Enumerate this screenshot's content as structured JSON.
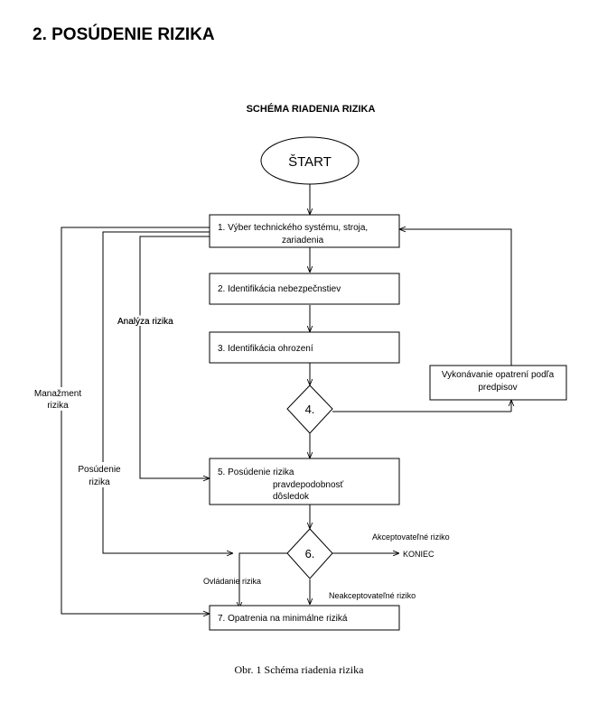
{
  "heading": "2. POSÚDENIE RIZIKA",
  "diagram": {
    "title": "SCHÉMA RIADENIA RIZIKA",
    "start": "ŠTART",
    "step1": [
      "1. Výber technického systému, stroja,",
      "zariadenia"
    ],
    "step2": "2. Identifikácia nebezpečnstiev",
    "step3": "3. Identifikácia ohrození",
    "decision4": "4.",
    "measures": [
      "Vykonávanie opatrení podľa",
      "predpisov"
    ],
    "step5": [
      "5. Posúdenie rizika",
      "pravdepodobnosť",
      "dôsledok"
    ],
    "decision6": "6.",
    "step7": "7. Opatrenia na minimálne riziká",
    "label_analysis": "Analýza rizika",
    "label_management": [
      "Manažment",
      "rizika"
    ],
    "label_assessment": [
      "Posúdenie",
      "rizika"
    ],
    "label_acceptable": "Akceptovateľné riziko",
    "label_end": "KONIEC",
    "label_control": "Ovládanie rizika",
    "label_unacceptable": "Neakceptovateľné riziko"
  },
  "caption": "Obr. 1 Schéma riadenia rizika"
}
